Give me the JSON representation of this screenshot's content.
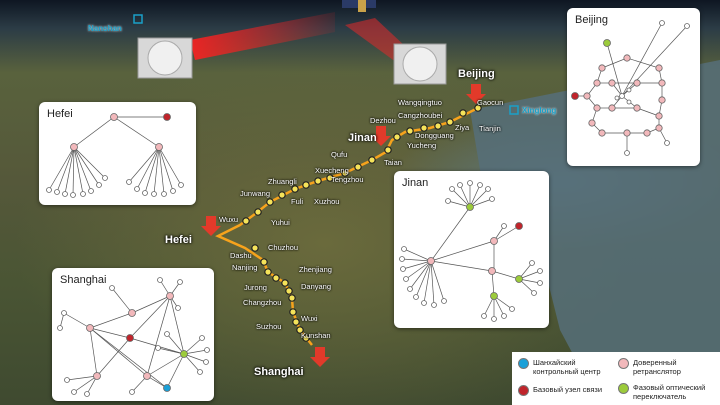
{
  "ground_stations": {
    "nanshan": "Nanshan",
    "xinglong": "Xinglong"
  },
  "cities": {
    "beijing": "Beijing",
    "jinan": "Jinan",
    "hefei": "Hefei",
    "shanghai": "Shanghai"
  },
  "relay_labels": [
    "Wangqingtuo",
    "Gaocun",
    "Cangzhoubei",
    "Ziya",
    "Tianjin",
    "Dezhou",
    "Dongguang",
    "Yucheng",
    "Qufu",
    "Taian",
    "Xuecheng",
    "Zhuangli",
    "Tengzhou",
    "Junwang",
    "Fuli",
    "Xuzhou",
    "Wuxu",
    "Yuhui",
    "Chuzhou",
    "Dashu",
    "Nanjing",
    "Zhenjiang",
    "Jurong",
    "Danyang",
    "Changzhou",
    "Wuxi",
    "Suzhou",
    "Kunshan"
  ],
  "panels": {
    "hefei": "Hefei",
    "beijing": "Beijing",
    "jinan": "Jinan",
    "shanghai": "Shanghai"
  },
  "legend": {
    "control_center": "Шанхайский контрольный центр",
    "trusted_relay": "Доверенный ретранслятор",
    "base_node": "Базовый узел связи",
    "phase_switch": "Фазовый оптический переключатель"
  },
  "colors": {
    "trusted_relay": "#f2b8bb",
    "base_node": "#c0242b",
    "phase_switch": "#9ccb3b",
    "control_center": "#1aa0d8",
    "backbone": "#f7a31c"
  }
}
